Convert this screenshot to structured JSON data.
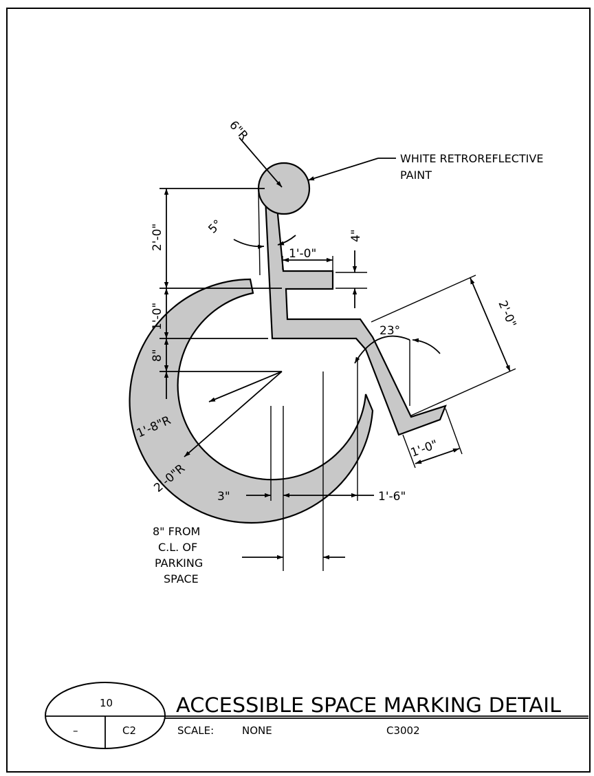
{
  "colors": {
    "symbol_fill": "#c8c8c8",
    "lines": "#000000",
    "background": "#ffffff"
  },
  "callout": {
    "line1": "WHITE RETROREFLECTIVE",
    "line2": "PAINT"
  },
  "dims": {
    "head_radius": "6\"R",
    "angle_5": "5°",
    "height_2ft": "2'-0\"",
    "height_1ft": "1'-0\"",
    "height_8in": "8\"",
    "arm_length": "1'-0\"",
    "arm_thickness": "4\"",
    "leg_angle": "23°",
    "leg_length": "2'-0\"",
    "foot_length": "1'-0\"",
    "inner_radius": "1'-8\"R",
    "outer_radius": "2'-0\"R",
    "offset_3in": "3\"",
    "offset_1ft6in": "1'-6\""
  },
  "centerline_note": {
    "line1": "8\" FROM",
    "line2": "C.L. OF",
    "line3": "PARKING",
    "line4": "SPACE"
  },
  "title_block": {
    "detail_number": "10",
    "sheet_ref_left": "–",
    "sheet_ref_right": "C2",
    "title": "ACCESSIBLE SPACE MARKING DETAIL",
    "scale_label": "SCALE:",
    "scale_value": "NONE",
    "drawing_number": "C3002"
  }
}
